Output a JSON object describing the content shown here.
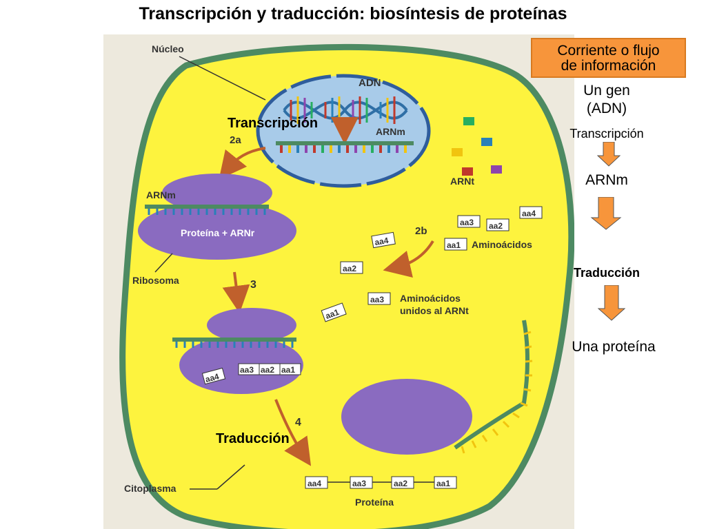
{
  "title": "Transcripción  y traducción: biosíntesis de proteínas",
  "diagram": {
    "nucleo": "Núcleo",
    "adn": "ADN",
    "arnm_nucleus": "ARNm",
    "step_2a": "2a",
    "arnm_ribosome": "ARNm",
    "proteina_arnr": "Proteína + ARNr",
    "ribosoma": "Ribosoma",
    "step_3": "3",
    "step_4": "4",
    "step_2b": "2b",
    "arnt": "ARNt",
    "aminoacidos": "Aminoácidos",
    "aminoacidos_unidos_1": "Aminoácidos",
    "aminoacidos_unidos_2": "unidos al ARNt",
    "citoplasma": "Citoplasma",
    "proteina": "Proteína",
    "aa1": "aa1",
    "aa2": "aa2",
    "aa3": "aa3",
    "aa4": "aa4",
    "overlay_transcripcion": "Transcripción",
    "overlay_traduccion": "Traducción"
  },
  "flow": {
    "box_line1": "Corriente o flujo",
    "box_line2": "de información",
    "gen_line1": "Un gen",
    "gen_line2": "(ADN)",
    "transcripcion": "Transcripción",
    "arnm": "ARNm",
    "traduccion": "Traducción",
    "proteina": "Una proteína"
  },
  "colors": {
    "cell_fill": "#fdf33e",
    "cell_border": "#4d8a62",
    "nucleus_fill": "#a8cbe9",
    "ribosome_fill": "#8a6bc0",
    "arrow_brown": "#c0602c",
    "box_orange": "#f7953b"
  }
}
